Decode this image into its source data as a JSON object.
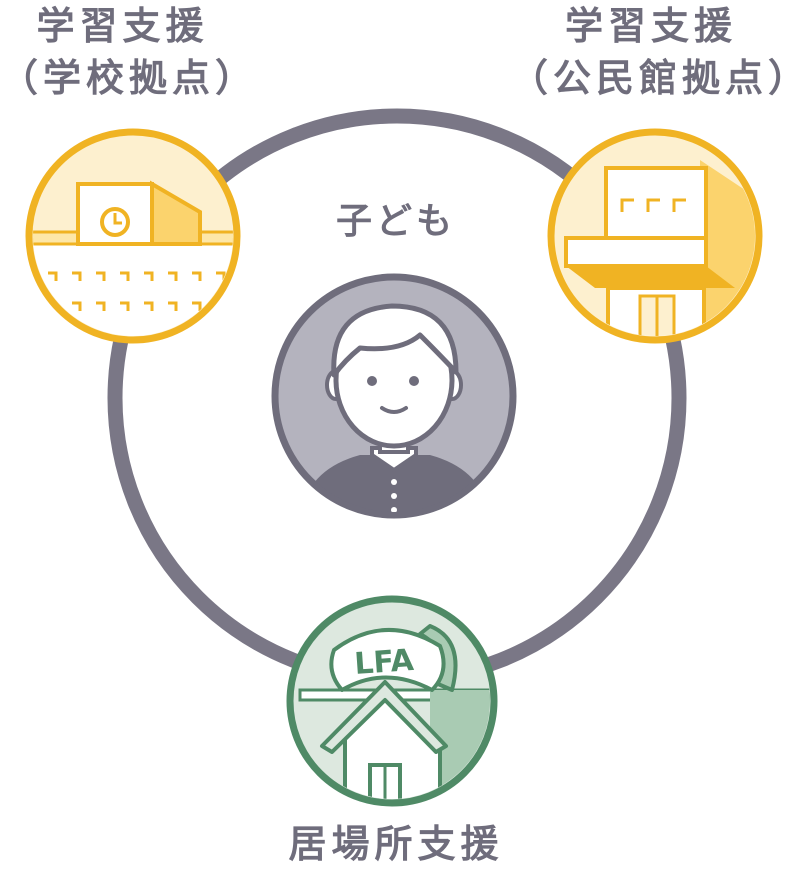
{
  "labels": {
    "school_line1": "学習支援",
    "school_line2": "（学校拠点）",
    "community_line1": "学習支援",
    "community_line2": "（公民館拠点）",
    "child": "子ども",
    "place": "居場所支援"
  },
  "logo_text": "LFA",
  "colors": {
    "ring": "#7a7786",
    "school_accent": "#f0b323",
    "school_fill": "#fdf0cf",
    "place_accent": "#4f8a66",
    "place_fill": "#dde8df",
    "child_fill": "#b4b3be",
    "child_dark": "#6f6d7c",
    "label_text": "#6f6d7c"
  }
}
